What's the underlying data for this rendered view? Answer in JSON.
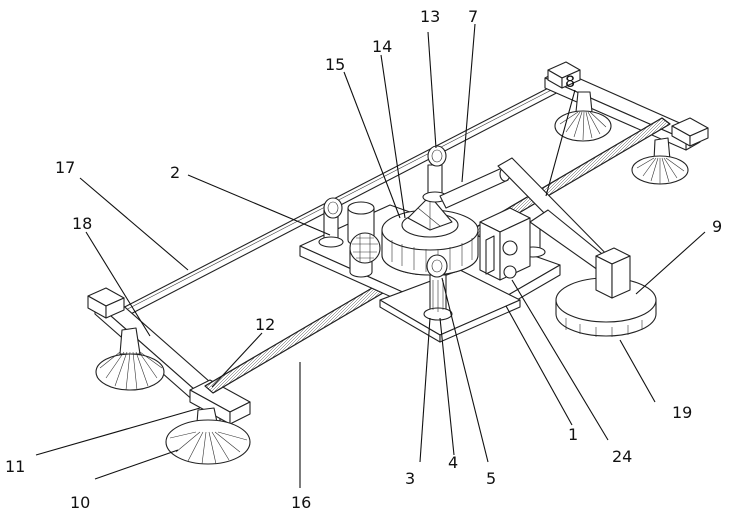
{
  "figure": {
    "labels": [
      {
        "id": "1",
        "text": "1"
      },
      {
        "id": "2",
        "text": "2"
      },
      {
        "id": "3",
        "text": "3"
      },
      {
        "id": "4",
        "text": "4"
      },
      {
        "id": "5",
        "text": "5"
      },
      {
        "id": "7",
        "text": "7"
      },
      {
        "id": "8",
        "text": "8"
      },
      {
        "id": "9",
        "text": "9"
      },
      {
        "id": "10",
        "text": "10"
      },
      {
        "id": "11",
        "text": "11"
      },
      {
        "id": "12",
        "text": "12"
      },
      {
        "id": "13",
        "text": "13"
      },
      {
        "id": "14",
        "text": "14"
      },
      {
        "id": "15",
        "text": "15"
      },
      {
        "id": "16",
        "text": "16"
      },
      {
        "id": "17",
        "text": "17"
      },
      {
        "id": "18",
        "text": "18"
      },
      {
        "id": "19",
        "text": "19"
      },
      {
        "id": "24",
        "text": "24"
      }
    ]
  }
}
